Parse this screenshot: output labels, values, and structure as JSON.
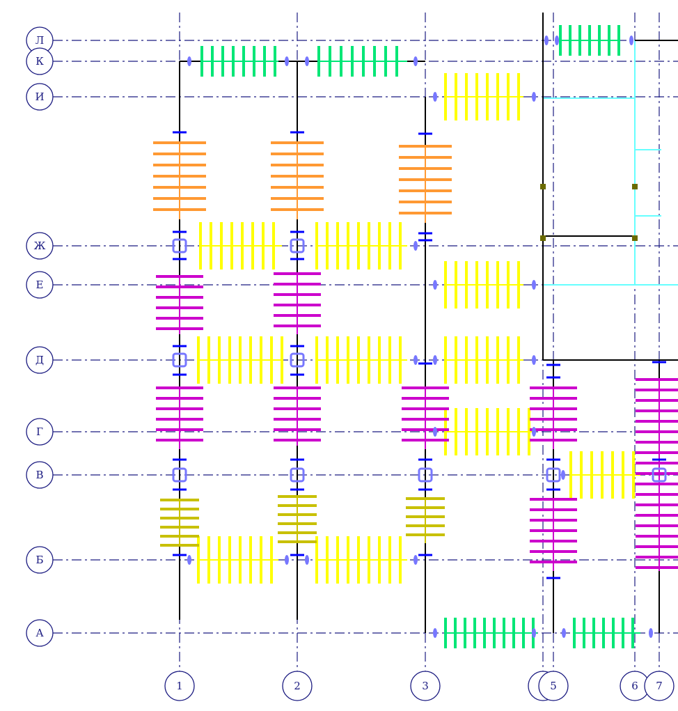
{
  "rows": [
    {
      "label": "Л"
    },
    {
      "label": "К"
    },
    {
      "label": "И"
    },
    {
      "label": "Ж"
    },
    {
      "label": "Е"
    },
    {
      "label": "Д"
    },
    {
      "label": "Г"
    },
    {
      "label": "В"
    },
    {
      "label": "Б"
    },
    {
      "label": "А"
    }
  ],
  "columns": [
    {
      "label": "1"
    },
    {
      "label": "2"
    },
    {
      "label": "3"
    },
    {
      "label": ""
    },
    {
      "label": "5"
    },
    {
      "label": "6"
    },
    {
      "label": "7"
    }
  ],
  "colors": {
    "axis": "#1a1a80",
    "green": "#00e676",
    "yellow": "#ffff00",
    "orange": "#ff9933",
    "magenta": "#cc00cc",
    "olive": "#c8c000",
    "blue": "#0000ff",
    "cyan": "#66ffff",
    "support": "#7777ff"
  }
}
